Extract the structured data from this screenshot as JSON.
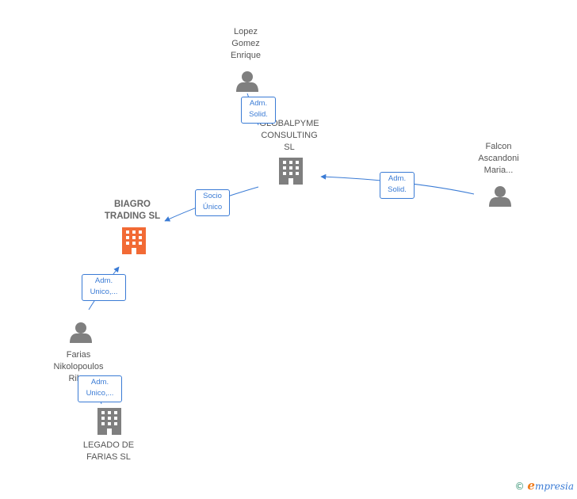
{
  "nodes": {
    "lopez": {
      "label": "Lopez\nGomez\nEnrique",
      "type": "person"
    },
    "globalpyme": {
      "label": "GLOBALPYME\nCONSULTING\nSL",
      "type": "company"
    },
    "falcon": {
      "label": "Falcon\nAscandoni\nMaria...",
      "type": "person"
    },
    "biagro": {
      "label": "BIAGRO\nTRADING  SL",
      "type": "company-main"
    },
    "farias": {
      "label": "Farias\nNikolopoulos\nRik...",
      "type": "person"
    },
    "legado": {
      "label": "LEGADO DE\nFARIAS  SL",
      "type": "company"
    }
  },
  "edges": {
    "lopez_globalpyme": "Adm.\nSolid.",
    "falcon_globalpyme": "Adm.\nSolid.",
    "globalpyme_biagro": "Socio\nÚnico",
    "farias_biagro": "Adm.\nUnico,...",
    "farias_legado": "Adm.\nUnico,..."
  },
  "colors": {
    "edge": "#3a7bd5",
    "person_icon": "#7f7f7f",
    "company_icon": "#7f7f7f",
    "main_company_icon": "#f26a35"
  },
  "watermark": {
    "copyright": "©",
    "brand_initial": "e",
    "brand_rest": "mpresia"
  }
}
